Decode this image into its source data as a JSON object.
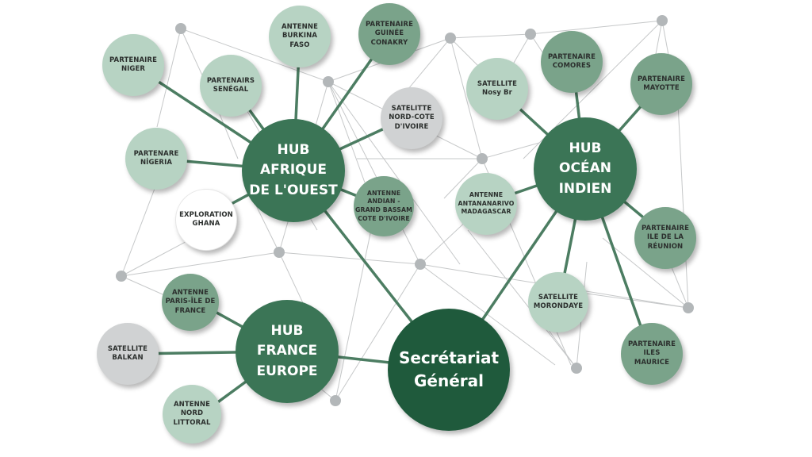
{
  "colors": {
    "main": "#1f5a3c",
    "hub": "#3b7556",
    "dark_partner": "#7aa38a",
    "light_partner": "#b7d3c3",
    "satellite_gray": "#d0d2d3",
    "exploration_white": "#ffffff",
    "green_line": "#4c7d62",
    "gray_line": "#c2c4c5",
    "gray_dot": "#b3b7b9"
  },
  "main_node": {
    "label": "Secrétariat\nGénéral"
  },
  "hubs": [
    {
      "id": "hub-afrique",
      "label": "HUB\nAFRIQUE\nDE L'OUEST"
    },
    {
      "id": "hub-ocean",
      "label": "HUB\nOCÉAN\nINDIEN"
    },
    {
      "id": "hub-france",
      "label": "HUB\nFRANCE\nEUROPE"
    }
  ],
  "nodes": [
    {
      "id": "niger",
      "label": "PARTENAIRE\nNIGER"
    },
    {
      "id": "senegal",
      "label": "PARTENAIRS\nSENÉGAL"
    },
    {
      "id": "burkina",
      "label": "ANTENNE\nBURKINA\nFASO"
    },
    {
      "id": "guinee",
      "label": "PARTENAIRE\nGUINÉE\nCONAKRY"
    },
    {
      "id": "nord-cote",
      "label": "SATELITTE\nNORD-COTE\nD'IVOIRE"
    },
    {
      "id": "nigeria",
      "label": "PARTENARE\nNİGERIA"
    },
    {
      "id": "ghana",
      "label": "EXPLORATION\nGHANA"
    },
    {
      "id": "andian",
      "label": "ANTENNE\nANDIAN -\nGRAND BASSAM\nCOTE D'IVOIRE"
    },
    {
      "id": "nosy",
      "label": "SATELLITE\nNosy Br"
    },
    {
      "id": "comores",
      "label": "PARTENAIRE\nCOMORES"
    },
    {
      "id": "mayotte",
      "label": "PARTENAIRE\nMAYOTTE"
    },
    {
      "id": "antananarivo",
      "label": "ANTENNE\nANTANANARIVO\nMADAGASCAR"
    },
    {
      "id": "reunion",
      "label": "PARTENAIRE\nILE DE LA\nRÉUNION"
    },
    {
      "id": "morondaye",
      "label": "SATELLITE\nMORONDAYE"
    },
    {
      "id": "maurice",
      "label": "PARTENAIRE\nILES\nMAURICE"
    },
    {
      "id": "paris",
      "label": "ANTENNE\nPARIS-ÎLE DE\nFRANCE"
    },
    {
      "id": "balkan",
      "label": "SATELLITE\nBALKAN"
    },
    {
      "id": "nord-littoral",
      "label": "ANTENNE\nNORD\nLITTORAL"
    }
  ]
}
